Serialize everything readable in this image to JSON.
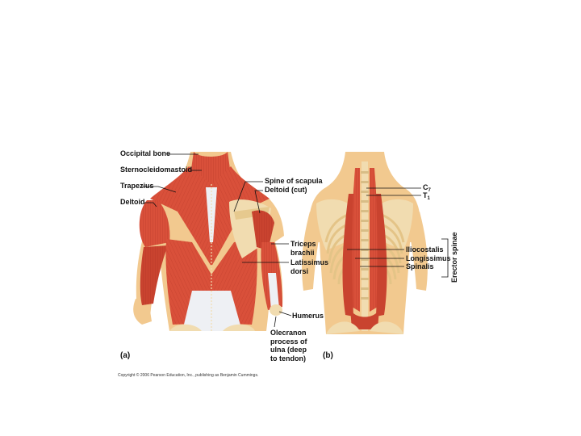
{
  "figure": {
    "panel_a": {
      "tag": "(a)",
      "labels": {
        "occipital_bone": "Occipital bone",
        "sternocleidomastoid": "Sternocleidomastoid",
        "trapezius": "Trapezius",
        "deltoid": "Deltoid",
        "spine_of_scapula": "Spine of scapula",
        "deltoid_cut": "Deltoid (cut)",
        "triceps_brachii": "Triceps\nbrachii",
        "latissimus_dorsi": "Latissimus\ndorsi",
        "humerus": "Humerus",
        "olecranon": "Olecranon\nprocess of\nulna (deep\nto tendon)"
      }
    },
    "panel_b": {
      "tag": "(b)",
      "labels": {
        "c7_letter": "C",
        "c7_sub": "7",
        "t1_letter": "T",
        "t1_sub": "1",
        "iliocostalis": "Iliocostalis",
        "longissimus": "Longissimus",
        "spinalis": "Spinalis",
        "group": "Erector spinae"
      }
    },
    "copyright": "Copyright © 2006 Pearson Education, Inc., publishing as Benjamin Cummings."
  },
  "colors": {
    "muscle": "#d9503a",
    "muscle_dark": "#b23322",
    "muscle_light": "#e8826a",
    "skin": "#f2c98f",
    "bone": "#f1dcb0",
    "tendon": "#eef0f4",
    "line": "#111111"
  }
}
